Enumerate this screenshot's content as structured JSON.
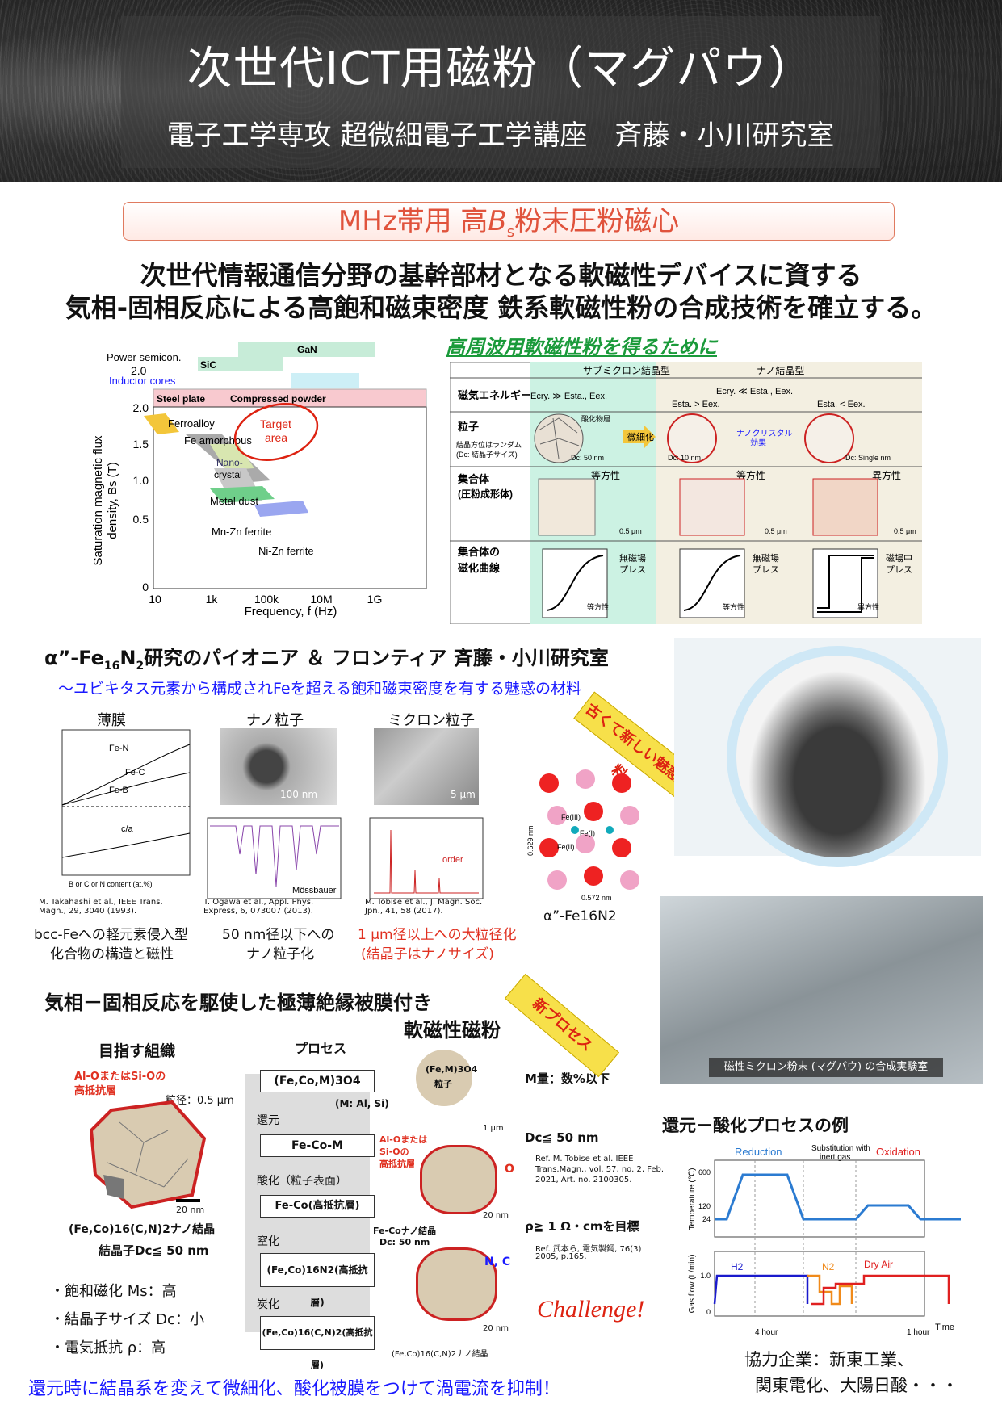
{
  "header": {
    "title": "次世代ICT用磁粉（マグパウ）",
    "lab": "電子工学専攻 超微細電子工学講座　斉藤・小川研究室"
  },
  "topic": {
    "prefix": "MHz帯用 高",
    "symbol": "B",
    "sub": "s",
    "suffix": "粉末圧粉磁心"
  },
  "goal": {
    "line1": "次世代情報通信分野の基幹部材となる軟磁性デバイスに資する",
    "line2": "気相-固相反応による高飽和磁束密度 鉄系軟磁性粉の合成技術を確立する。"
  },
  "bs_chart": {
    "bands": {
      "power": "Power semicon.",
      "gan": "GaN",
      "sic": "SiC",
      "inductor": "Inductor cores",
      "steel": "Steel plate",
      "compressed": "Compressed powder"
    },
    "materials": [
      "Ferroalloy",
      "Fe amorphous",
      "Nano-",
      "crystal",
      "Metal dust",
      "Mn-Zn ferrite",
      "Ni-Zn ferrite"
    ],
    "target": [
      "Target",
      "area"
    ],
    "yticks": [
      "2.0",
      "1.5",
      "1.0",
      "0.5",
      "0"
    ],
    "xticks": [
      "10",
      "1k",
      "100k",
      "10M",
      "1G"
    ],
    "ylabel1": "Saturation magnetic flux",
    "ylabel2": "density, Bs (T)",
    "xlabel": "Frequency, f (Hz)"
  },
  "hf_table": {
    "title": "高周波用軟磁性粉を得るために",
    "col_sub": "サブミクロン結晶型",
    "col_nano": "ナノ結晶型",
    "rows": [
      "磁気エネルギー",
      "粒子",
      "集合体",
      "集合体の",
      "磁化曲線"
    ],
    "row_notes": [
      "結晶方位はランダム",
      "(Dc: 結晶子サイズ)",
      "(圧粉成形体)"
    ],
    "energy1": "Ecry. ≫ Esta., Eex.",
    "energy2": "Ecry. ≪ Esta., Eex.",
    "energy3": "Esta. > Eex.",
    "energy4": "Esta. < Eex.",
    "oxide": "酸化物層",
    "refine": "微細化",
    "nanocrystal": "ナノクリスタル",
    "effect": "効果",
    "dc1": "Dc: 50 nm",
    "dc2": "Dc: 10 nm",
    "dc3": "Dc: Single nm",
    "iso": "等方性",
    "aniso": "異方性",
    "scale": "0.5 μm",
    "press_none": "無磁場",
    "press": "プレス",
    "press_field": "磁場中"
  },
  "pioneer": {
    "title_pre": "α”-Fe",
    "title_16": "16",
    "title_n": "N",
    "title_2": "2",
    "title_post": "研究のパイオニア ＆ フロンティア 斉藤・小川研究室",
    "subtitle": "～ユビキタス元素から構成されFeを超える飽和磁束密度を有する魅惑の材料",
    "cols": [
      "薄膜",
      "ナノ粒子",
      "ミクロン粒子"
    ],
    "thin_curves": [
      "Fe-N",
      "Fe-C",
      "Fe-B",
      "c/a"
    ],
    "thin_xlabel": "B or C or N content (at.%)",
    "scale_100": "100 nm",
    "scale_5": "5 μm",
    "mossbauer": "Mössbauer",
    "order": "order",
    "refs": [
      "M. Takahashi et al., IEEE Trans. Magn., 29, 3040 (1993).",
      "T. Ogawa et al., Appl. Phys. Express, 6, 073007 (2013).",
      "M. Tobise et al., J. Magn. Soc. Jpn., 41, 58 (2017)."
    ],
    "capt1a": "bcc-Feへの軽元素侵入型",
    "capt1b": "化合物の構造と磁性",
    "capt2a": "50 nm径以下への",
    "capt2b": "ナノ粒子化",
    "capt3a": "1 μm径以上への大粒径化",
    "capt3b": "(結晶子はナノサイズ)",
    "ribbon1": "古くて新しい魅惑材料",
    "crystal_label": "α”-Fe16N2",
    "crystal_dims": [
      "0.629 nm",
      "0.572 nm"
    ],
    "crystal_sites": [
      "Fe(I)",
      "Fe(II)",
      "Fe(III)"
    ]
  },
  "lab_photo": {
    "caption": "磁性ミクロン粉末 (マグパウ) の合成実験室"
  },
  "process": {
    "title1": "気相－固相反応を駆使した極薄絶縁被膜付き",
    "title2": "軟磁性磁粉",
    "target_heading": "目指す組織",
    "layer": [
      "Al-OまたはSi-Oの",
      "高抵抗層"
    ],
    "grain_size": "粒径：0.5 μm",
    "scale20": "20 nm",
    "crystal_formula": "(Fe,Co)16(C,N)2ナノ結晶",
    "crystal_size": "結晶子Dc≦ 50 nm",
    "bullets": [
      "・飽和磁化 Ms：高",
      "・結晶子サイズ Dc：小",
      "・電気抵抗 ρ：高"
    ],
    "process_heading": "プロセス",
    "steps": [
      "(Fe,Co,M)3O4",
      "Fe-Co-M",
      "Fe-Co(高抵抗層)",
      "(Fe,Co)16N2(高抵抗層)",
      "(Fe,Co)16(C,N)2(高抵抗層)"
    ],
    "m_note": "(M: Al, Si)",
    "ops": [
      "還元",
      "酸化（粒子表面）",
      "窒化",
      "炭化"
    ],
    "particle": [
      "(Fe,M)3O4",
      "粒子"
    ],
    "scale1um": "1 μm",
    "shell": [
      "Al-Oまたは",
      "Si-Oの",
      "高抵抗層"
    ],
    "o_label": "O",
    "nc_label": "N, C",
    "feco_nano": "Fe-Coナノ結晶",
    "dc50": "Dc: 50 nm",
    "final_crystal": "(Fe,Co)16(C,N)2ナノ結晶",
    "m_amount": "M量：数%以下",
    "dc_goal": "Dc≦ 50 nm",
    "ref1": [
      "Ref. M. Tobise et al. IEEE",
      "Trans.Magn., vol. 57, no. 2, Feb.",
      "2021, Art. no. 2100305."
    ],
    "rho_goal": "ρ≧ 1 Ω・cmを目標",
    "ref2": [
      "Ref. 武本ら, 電気製鋼, 76(3)",
      "2005, p.165."
    ],
    "ribbon2": "新プロセス",
    "challenge": "Challenge!"
  },
  "redox": {
    "heading": "還元－酸化プロセスの例",
    "phases": [
      "Reduction",
      "Substitution with",
      "inert gas",
      "Oxidation"
    ],
    "temp_ticks": [
      "600",
      "120",
      "24"
    ],
    "temp_label": "Temperature (℃)",
    "flow_label": "Gas flow (L/min)",
    "flow_ticks": [
      "1.0",
      "0"
    ],
    "gases": [
      "H2",
      "N2",
      "Dry Air"
    ],
    "durations": [
      "4 hour",
      "1 hour"
    ],
    "time": "Time"
  },
  "partners": {
    "line1": "協力企業：新東工業、",
    "line2": "関東電化、大陽日酸・・・"
  },
  "footer": "還元時に結晶系を変えて微細化、酸化被膜をつけて渦電流を抑制！"
}
